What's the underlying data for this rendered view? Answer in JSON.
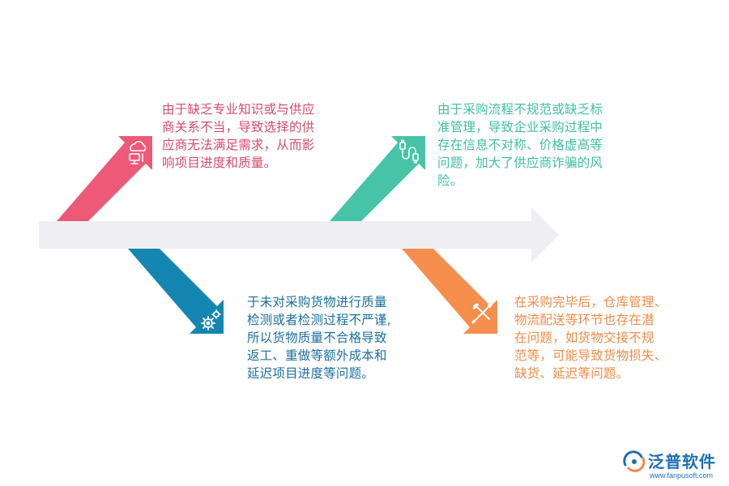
{
  "colors": {
    "spine": "#efeef2",
    "pink": "#ec5a78",
    "teal": "#47c3a8",
    "blue": "#1586b1",
    "orange": "#f68e4e",
    "logo": "#1d6fb8"
  },
  "icons": {
    "top_left": "cloud-computer-icon",
    "top_right": "plug-cable-icon",
    "bottom_left": "gears-icon",
    "bottom_right": "tools-icon"
  },
  "notes": {
    "top_left": {
      "color": "#d9486a",
      "lines": [
        "由于缺乏专业知识或与供应",
        "商关系不当，导致选择的供",
        "应商无法满足需求，从而影",
        "响项目进度和质量。"
      ]
    },
    "top_right": {
      "color": "#3cbfa3",
      "lines": [
        "由于采购流程不规范或缺乏标",
        "准管理，导致企业采购过程中",
        "存在信息不对称、价格虚高等",
        "问题，加大了供应商诈骗的风",
        "险。"
      ]
    },
    "bottom_left": {
      "color": "#1a6fa0",
      "lines": [
        "于未对采购货物进行质量",
        "检测或者检测过程不严谨,",
        "所以货物质量不合格导致",
        "返工、重做等额外成本和",
        "延迟项目进度等问题。"
      ]
    },
    "bottom_right": {
      "color": "#f28a46",
      "lines": [
        "在采购完毕后，仓库管理、",
        "物流配送等环节也存在潜",
        "在问题，如货物交接不规",
        "范等，可能导致货物损失、",
        "缺货、延迟等问题。"
      ]
    }
  },
  "logo": {
    "name": "泛普软件",
    "url": "www.fanpusoft.com"
  }
}
